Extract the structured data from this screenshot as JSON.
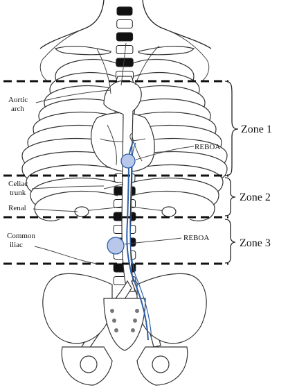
{
  "labels": {
    "aortic_arch_1": "Aortic",
    "aortic_arch_2": "arch",
    "celiac_1": "Celiac",
    "celiac_2": "trunk",
    "renal": "Renal",
    "common_iliac_1": "Common",
    "common_iliac_2": "iliac",
    "reboa_upper": "REBOA",
    "reboa_lower": "REBOA"
  },
  "zones": {
    "zone1": "Zone 1",
    "zone2": "Zone 2",
    "zone3": "Zone 3"
  },
  "colors": {
    "catheter": "#2b5fa8",
    "balloon_fill": "#b9c7ea",
    "balloon_stroke": "#2b5fa8",
    "vertebra_dark": "#111111"
  }
}
